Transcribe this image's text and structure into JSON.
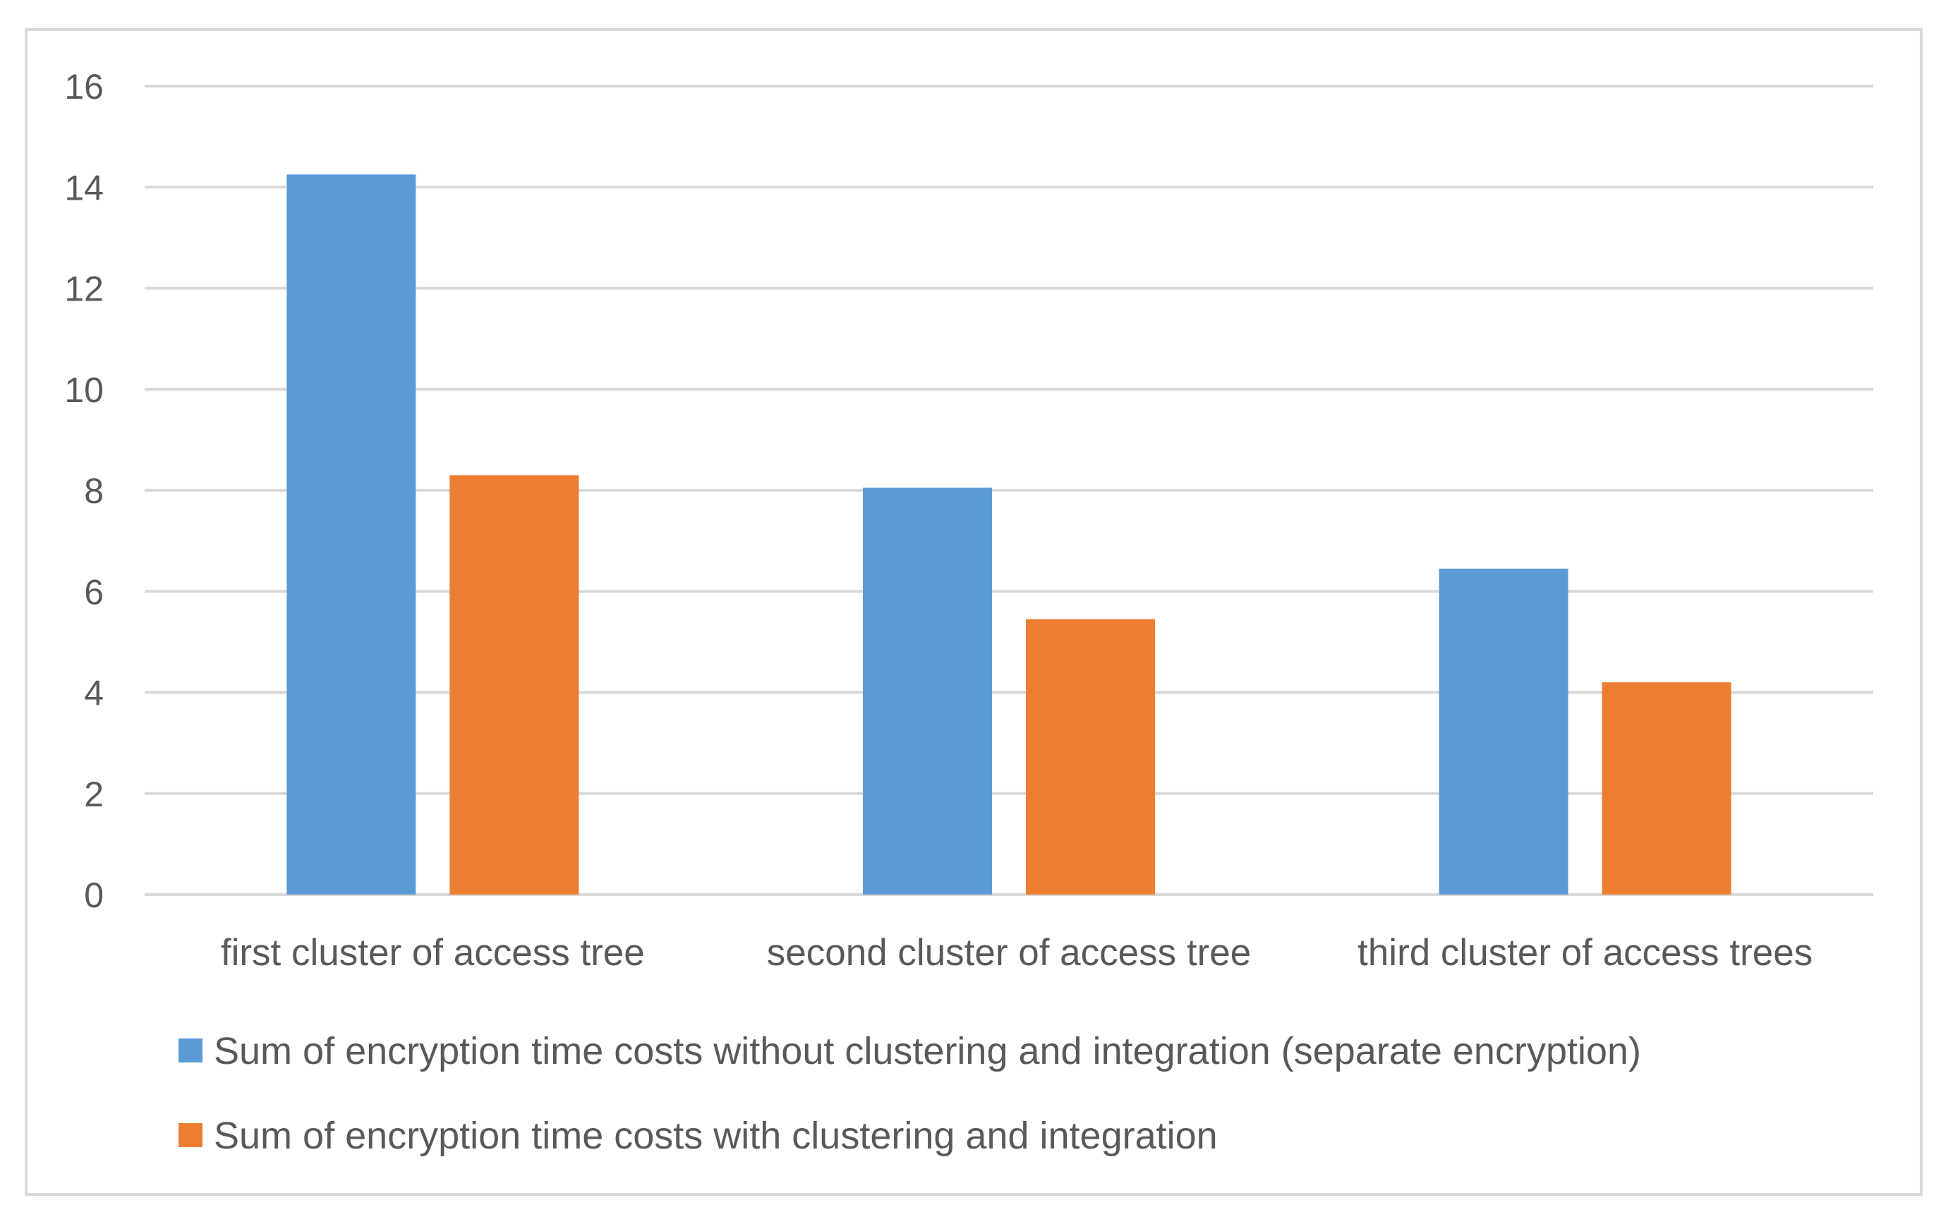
{
  "chart_data": {
    "type": "bar",
    "title": "",
    "xlabel": "",
    "ylabel": "",
    "categories": [
      "first cluster of access tree",
      "second cluster of access tree",
      "third cluster of access trees"
    ],
    "series": [
      {
        "name": "Sum of encryption time costs without clustering and integration (separate encryption)",
        "values": [
          14.25,
          8.05,
          6.45
        ],
        "color": "#5b9bd5"
      },
      {
        "name": "Sum of encryption time costs with clustering and integration",
        "values": [
          8.3,
          5.45,
          4.2
        ],
        "color": "#ed7d31"
      }
    ],
    "ylim": [
      0,
      16
    ],
    "yticks": [
      0,
      2,
      4,
      6,
      8,
      10,
      12,
      14,
      16
    ],
    "grid": true,
    "legend_position": "bottom",
    "gridline_color": "#d9d9d9"
  }
}
